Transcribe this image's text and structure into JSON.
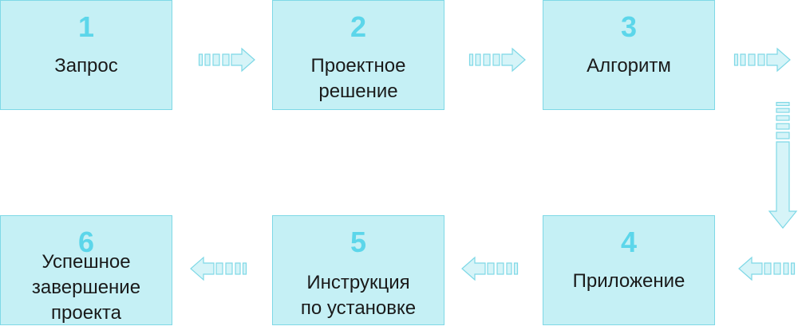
{
  "steps": [
    {
      "number": "1",
      "label": "Запрос"
    },
    {
      "number": "2",
      "label": "Проектное\nрешение"
    },
    {
      "number": "3",
      "label": "Алгоритм"
    },
    {
      "number": "4",
      "label": "Приложение"
    },
    {
      "number": "5",
      "label": "Инструкция\nпо установке"
    },
    {
      "number": "6",
      "label": "Успешное\nзавершение\nпроекта"
    }
  ],
  "colors": {
    "box_fill": "#c5f0f5",
    "box_border": "#7ed8e6",
    "number": "#5cd6ea",
    "arrow_fill": "#d6f4f8",
    "arrow_stroke": "#7ed8e6"
  },
  "arrows": [
    {
      "from": "1",
      "to": "2",
      "direction": "right",
      "icon": "striped-arrow-right-icon"
    },
    {
      "from": "2",
      "to": "3",
      "direction": "right",
      "icon": "striped-arrow-right-icon"
    },
    {
      "from": "3",
      "to": "4",
      "direction": "right-then-down",
      "icon": "striped-arrow-down-icon"
    },
    {
      "from": "4",
      "to": "5",
      "direction": "left",
      "icon": "striped-arrow-left-icon"
    },
    {
      "from": "5",
      "to": "6",
      "direction": "left",
      "icon": "striped-arrow-left-icon"
    }
  ]
}
